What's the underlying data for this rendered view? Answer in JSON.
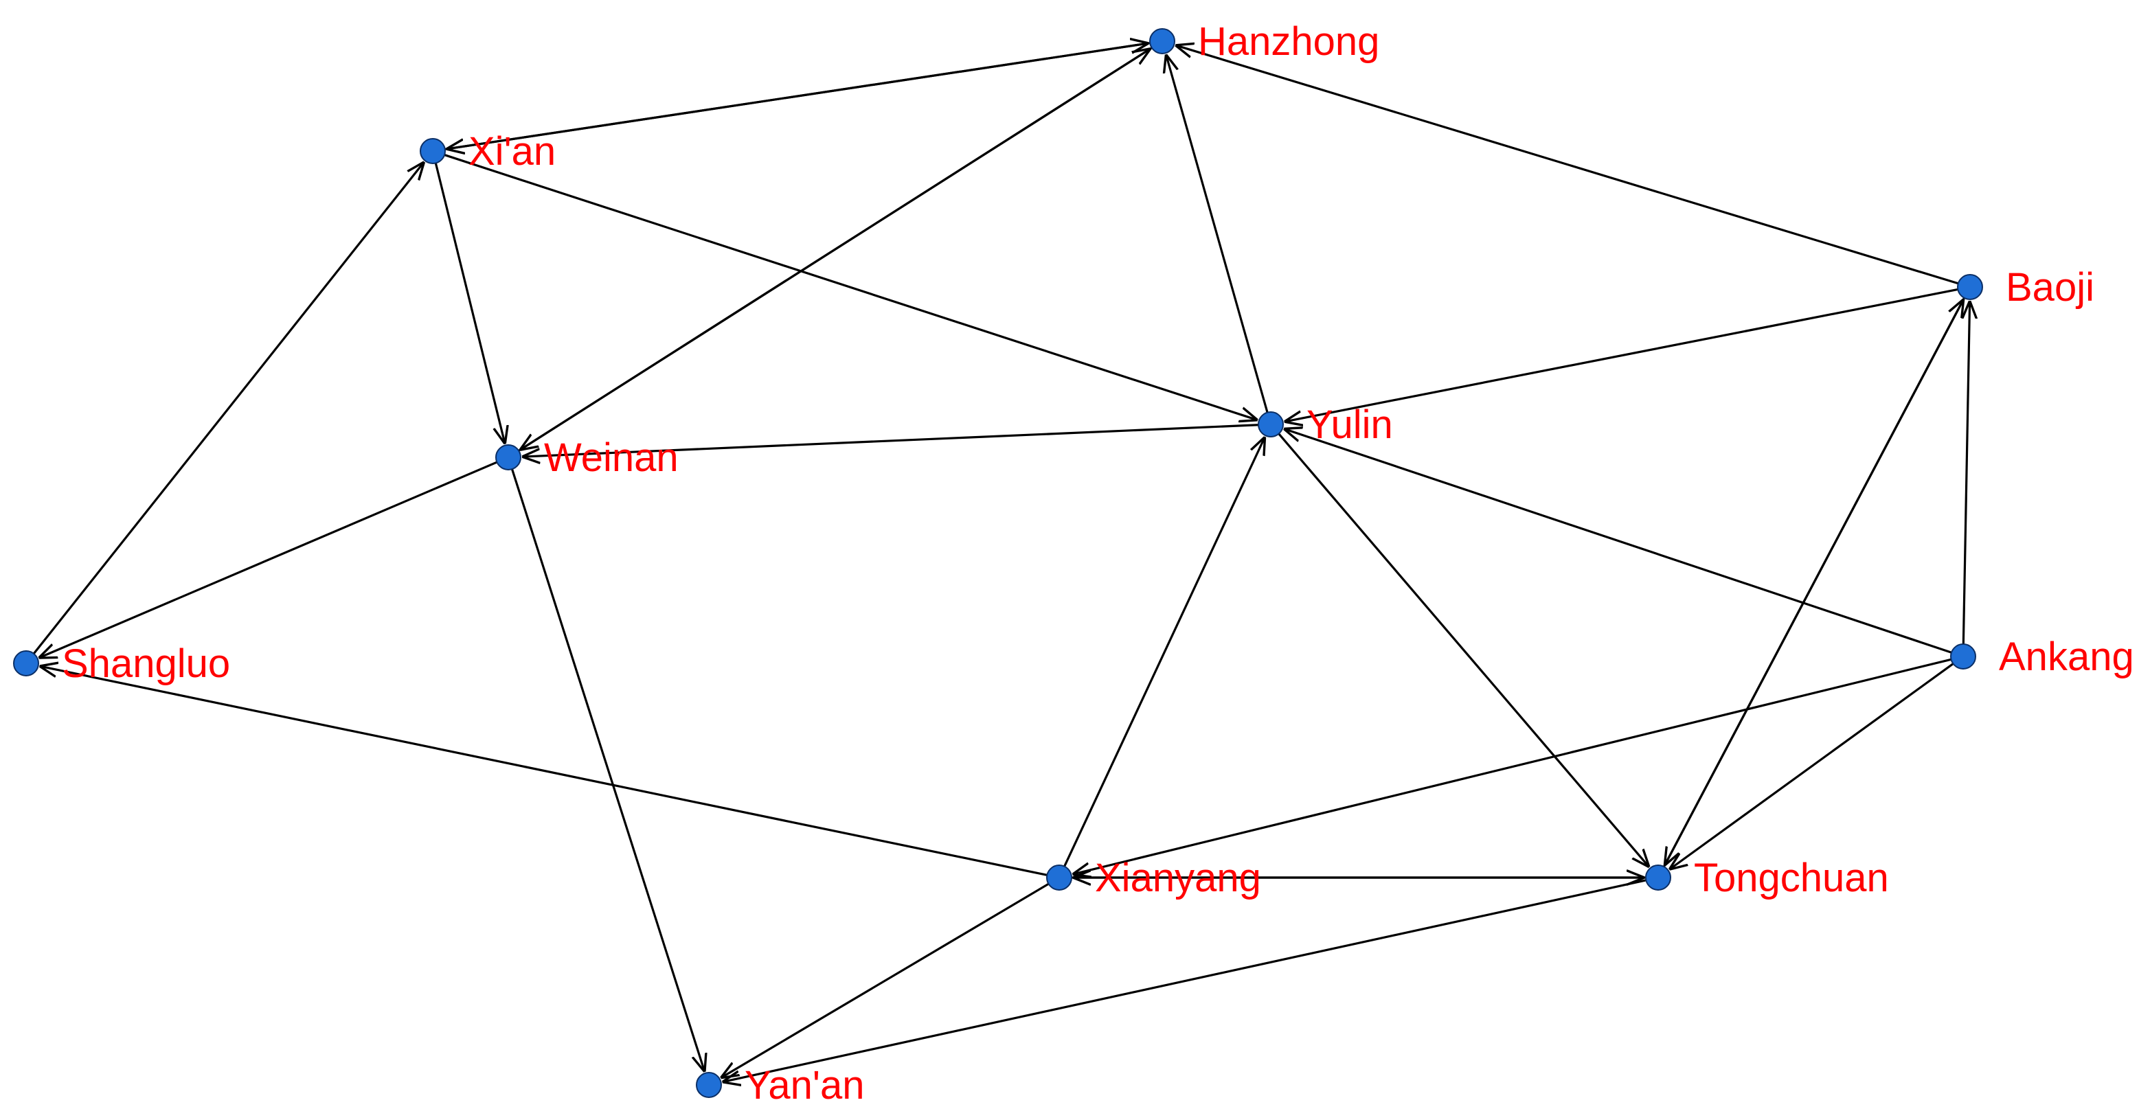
{
  "colors": {
    "background": "#ffffff",
    "edge": "#000000",
    "node_fill": "#1f6fd6",
    "node_stroke": "#0b2f66",
    "label": "#ff0000"
  },
  "nodes": [
    {
      "id": "hanzhong",
      "label": "Hanzhong"
    },
    {
      "id": "xian",
      "label": "Xi'an"
    },
    {
      "id": "baoji",
      "label": "Baoji"
    },
    {
      "id": "yulin",
      "label": "Yulin"
    },
    {
      "id": "weinan",
      "label": "Weinan"
    },
    {
      "id": "shangluo",
      "label": "Shangluo"
    },
    {
      "id": "ankang",
      "label": "Ankang"
    },
    {
      "id": "xianyang",
      "label": "Xianyang"
    },
    {
      "id": "tongchuan",
      "label": "Tongchuan"
    },
    {
      "id": "yanan",
      "label": "Yan'an"
    }
  ],
  "edges": [
    {
      "from": "xian",
      "to": "hanzhong",
      "directed": true
    },
    {
      "from": "hanzhong",
      "to": "xian",
      "directed": true
    },
    {
      "from": "baoji",
      "to": "hanzhong",
      "directed": true
    },
    {
      "from": "yulin",
      "to": "hanzhong",
      "directed": true
    },
    {
      "from": "weinan",
      "to": "hanzhong",
      "directed": true
    },
    {
      "from": "hanzhong",
      "to": "weinan",
      "directed": true
    },
    {
      "from": "xian",
      "to": "yulin",
      "directed": true
    },
    {
      "from": "xian",
      "to": "weinan",
      "directed": true
    },
    {
      "from": "shangluo",
      "to": "xian",
      "directed": true
    },
    {
      "from": "yulin",
      "to": "weinan",
      "directed": true
    },
    {
      "from": "weinan",
      "to": "shangluo",
      "directed": true
    },
    {
      "from": "weinan",
      "to": "yanan",
      "directed": true
    },
    {
      "from": "baoji",
      "to": "yulin",
      "directed": true
    },
    {
      "from": "ankang",
      "to": "yulin",
      "directed": true
    },
    {
      "from": "xianyang",
      "to": "yulin",
      "directed": true
    },
    {
      "from": "yulin",
      "to": "tongchuan",
      "directed": true
    },
    {
      "from": "ankang",
      "to": "baoji",
      "directed": true
    },
    {
      "from": "baoji",
      "to": "tongchuan",
      "directed": true
    },
    {
      "from": "tongchuan",
      "to": "baoji",
      "directed": true
    },
    {
      "from": "ankang",
      "to": "xianyang",
      "directed": true
    },
    {
      "from": "ankang",
      "to": "tongchuan",
      "directed": true
    },
    {
      "from": "xianyang",
      "to": "shangluo",
      "directed": true
    },
    {
      "from": "xianyang",
      "to": "tongchuan",
      "directed": true
    },
    {
      "from": "tongchuan",
      "to": "xianyang",
      "directed": true
    },
    {
      "from": "xianyang",
      "to": "yanan",
      "directed": true
    },
    {
      "from": "tongchuan",
      "to": "yanan",
      "directed": true
    }
  ]
}
